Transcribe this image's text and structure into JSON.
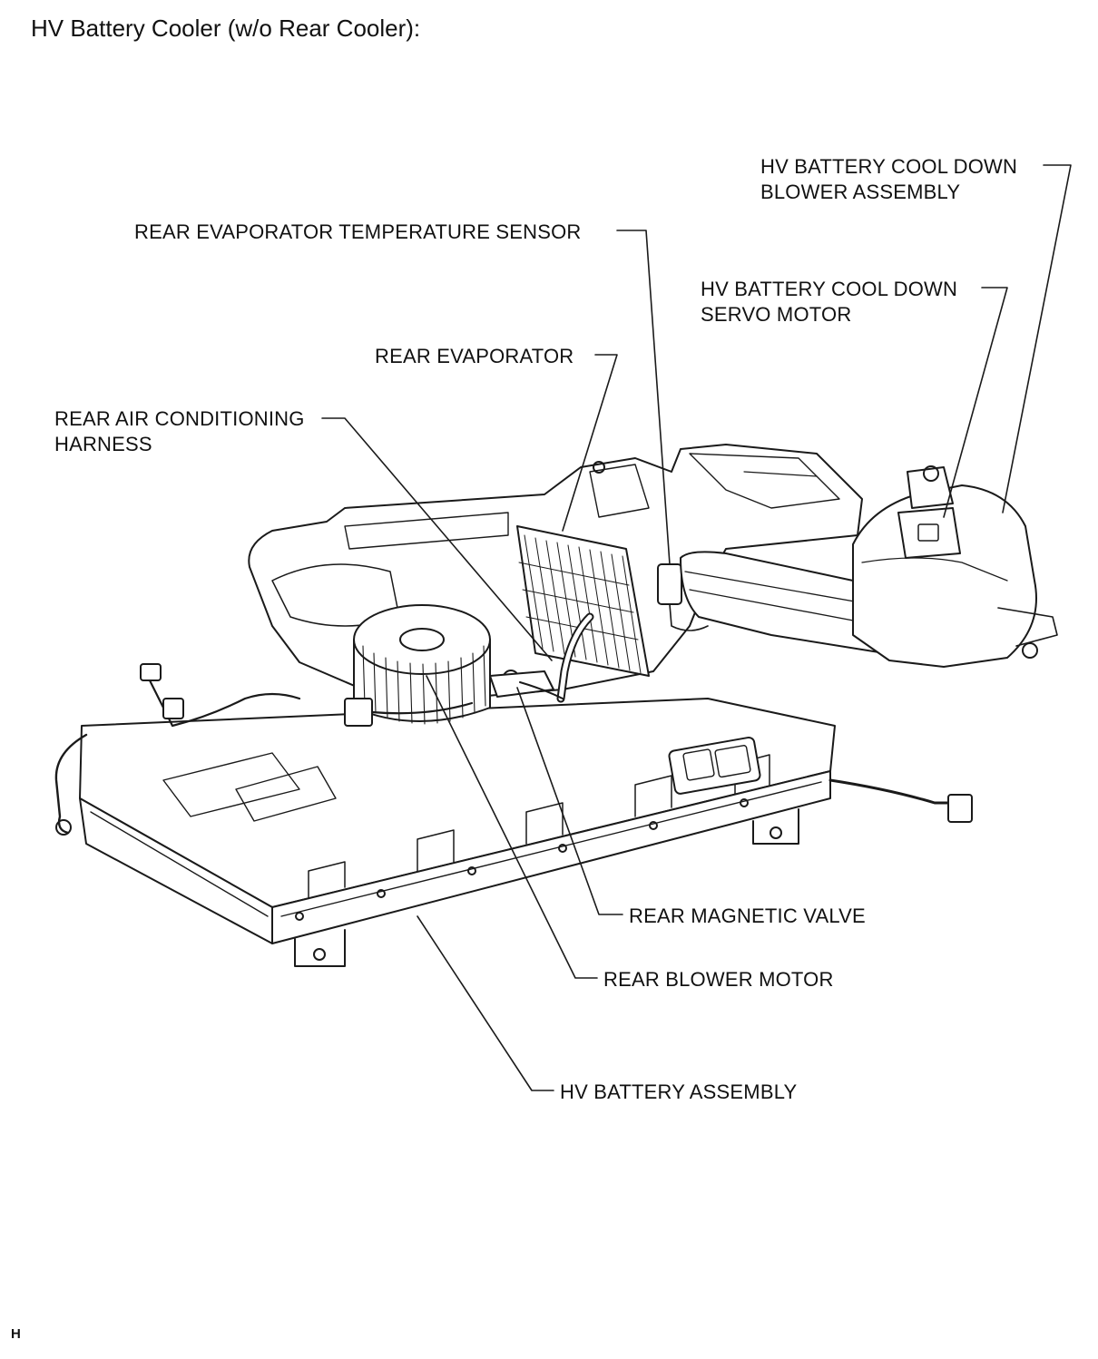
{
  "title": "HV Battery Cooler (w/o Rear Cooler):",
  "labels": {
    "blower_l1": "HV BATTERY COOL DOWN",
    "blower_l2": "BLOWER ASSEMBLY",
    "evap_sensor": "REAR EVAPORATOR TEMPERATURE SENSOR",
    "servo_l1": "HV BATTERY COOL DOWN",
    "servo_l2": "SERVO MOTOR",
    "rear_evap": "REAR EVAPORATOR",
    "harness_l1": "REAR AIR CONDITIONING",
    "harness_l2": "HARNESS",
    "mag_valve": "REAR MAGNETIC VALVE",
    "blower_motor": "REAR BLOWER MOTOR",
    "battery": "HV BATTERY ASSEMBLY"
  },
  "footer_code": "H"
}
